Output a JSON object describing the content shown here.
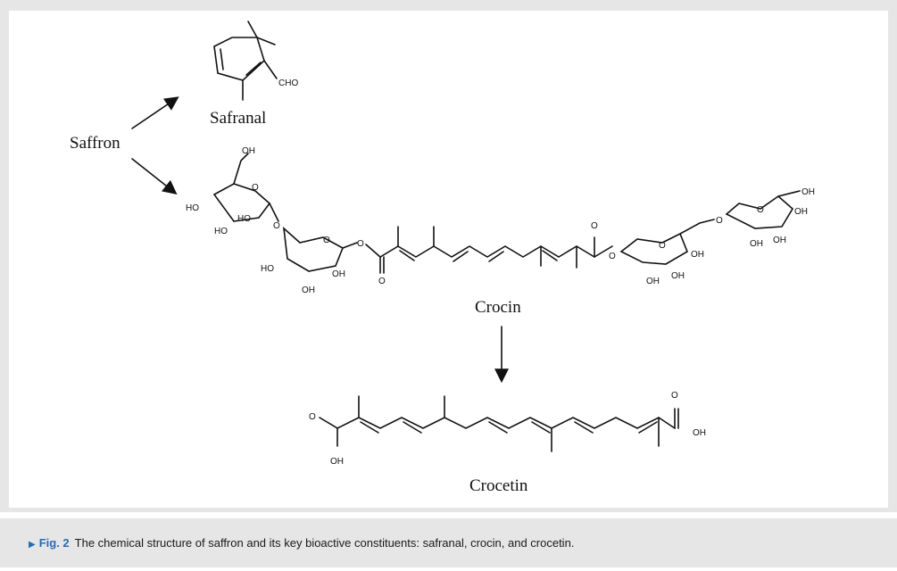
{
  "figure": {
    "source_label": "Saffron",
    "compounds": [
      {
        "name": "Safranal",
        "groups": [
          "CHO"
        ]
      },
      {
        "name": "Crocin",
        "groups": [
          "OH",
          "HO",
          "O",
          "O",
          "OH",
          "OH"
        ]
      },
      {
        "name": "Crocetin",
        "groups": [
          "O",
          "OH",
          "O",
          "OH"
        ]
      }
    ]
  },
  "caption": {
    "marker": "▶",
    "label": "Fig. 2",
    "text": "The chemical structure of saffron and its key bioactive constituents: safranal, crocin, and crocetin."
  }
}
